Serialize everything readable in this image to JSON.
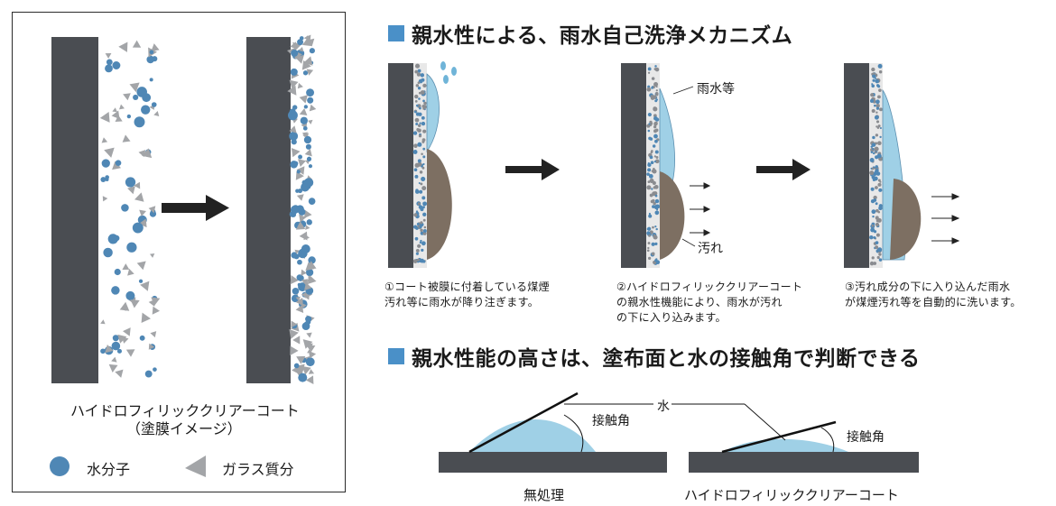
{
  "left_panel": {
    "caption_line1": "ハイドロフィリッククリアーコート",
    "caption_line2": "（塗膜イメージ）",
    "legend_water": "水分子",
    "legend_glass": "ガラス質分"
  },
  "section1": {
    "title": "親水性による、雨水自己洗浄メカニズム",
    "label_rain": "雨水等",
    "label_dirt": "汚れ",
    "steps": [
      {
        "line1": "①コート被膜に付着している煤煙",
        "line2": "汚れ等に雨水が降り注ぎます。",
        "line3": ""
      },
      {
        "line1": "②ハイドロフィリッククリアーコート",
        "line2": "の親水性機能により、雨水が汚れ",
        "line3": "の下に入り込みます。"
      },
      {
        "line1": "③汚れ成分の下に入り込んだ雨水",
        "line2": "が煤煙汚れ等を自動的に洗います。",
        "line3": ""
      }
    ]
  },
  "section2": {
    "title": "親水性能の高さは、塗布面と水の接触角で判断できる",
    "label_water": "水",
    "label_angle_left": "接触角",
    "label_angle_right": "接触角",
    "label_untreated": "無処理",
    "label_coated": "ハイドロフィリッククリアーコート"
  },
  "colors": {
    "wall": "#4a4d52",
    "water_molecule": "#4f87b5",
    "glass": "#a3a5a8",
    "water": "#9fd0e6",
    "dirt": "#7d6f62",
    "accent": "#4a90c8"
  }
}
